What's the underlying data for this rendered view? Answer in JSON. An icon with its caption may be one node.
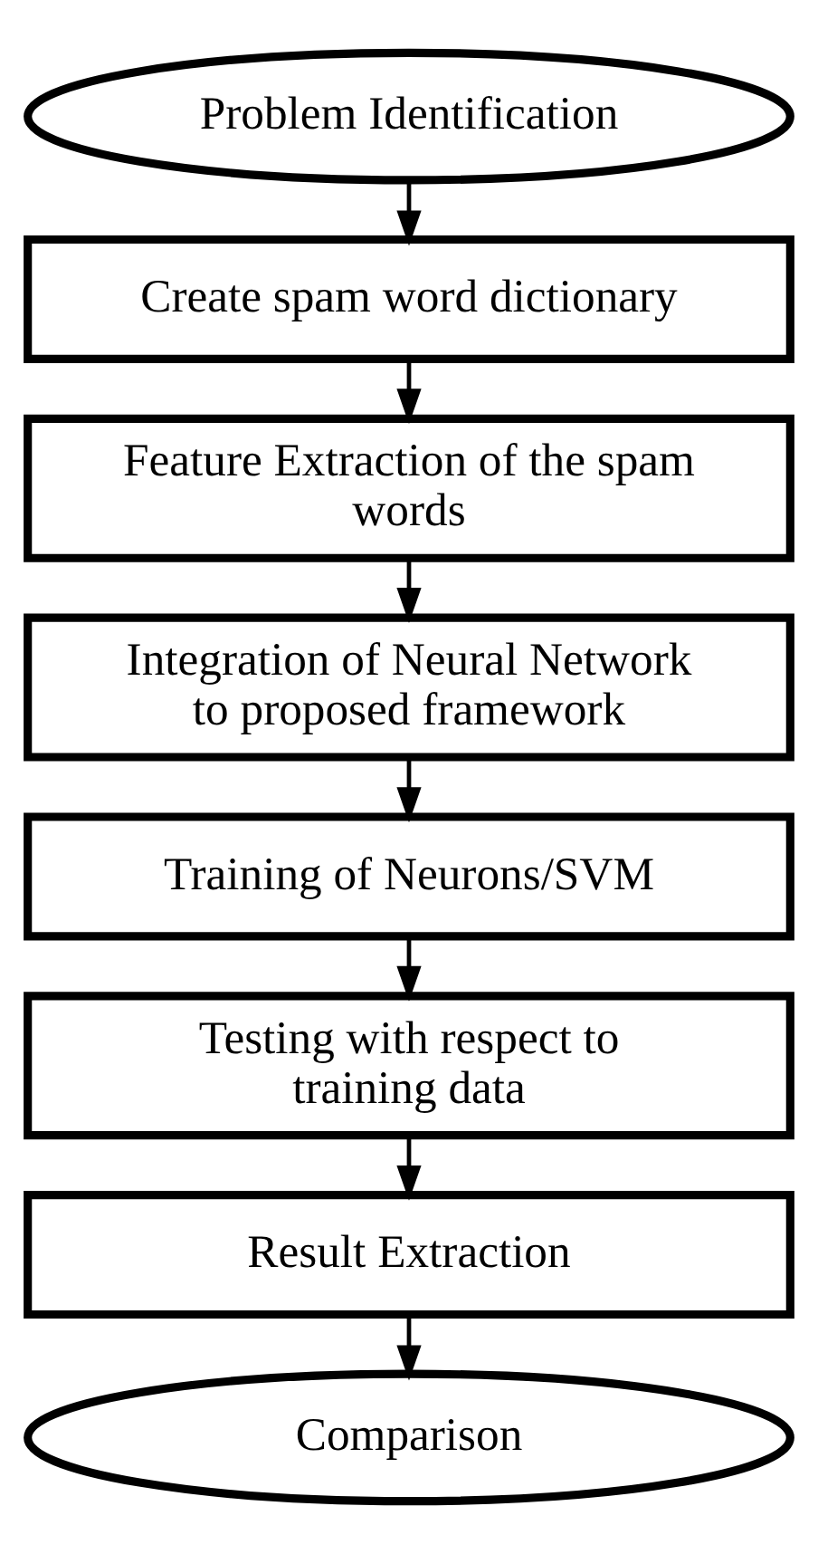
{
  "diagram": {
    "nodes": [
      {
        "text": [
          "Problem Identification"
        ]
      },
      {
        "text": [
          "Create spam word dictionary"
        ]
      },
      {
        "text": [
          "Feature Extraction of the spam words"
        ]
      },
      {
        "text": [
          "Integration of Neural Network to proposed framework"
        ]
      },
      {
        "text": [
          "Training of Neurons/SVM"
        ]
      },
      {
        "text": [
          "Testing with respect to training data"
        ]
      },
      {
        "text": [
          "Result Extraction"
        ]
      },
      {
        "text": [
          "Comparison"
        ]
      }
    ],
    "edges": [
      {
        "from": 0,
        "to": 1,
        "arrow": "to"
      },
      {
        "from": 1,
        "to": 2,
        "arrow": "to"
      },
      {
        "from": 2,
        "to": 3,
        "arrow": "to"
      },
      {
        "from": 3,
        "to": 4,
        "arrow": "to"
      },
      {
        "from": 4,
        "to": 5,
        "arrow": "to"
      },
      {
        "from": 5,
        "to": 6,
        "arrow": "to"
      },
      {
        "from": 6,
        "to": 7,
        "arrow": "to"
      }
    ]
  }
}
